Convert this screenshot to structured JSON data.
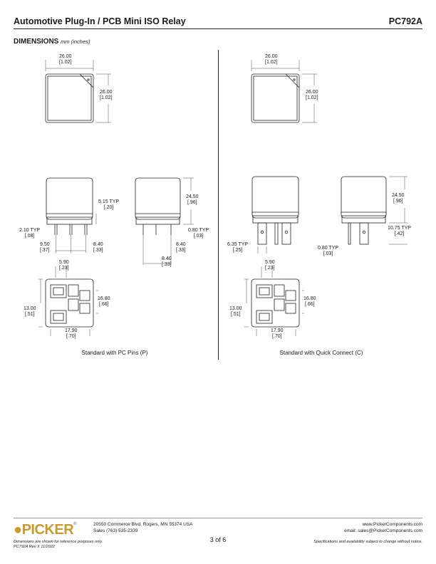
{
  "header": {
    "title": "Automotive Plug-In / PCB Mini ISO Relay",
    "part": "PC792A"
  },
  "section": {
    "title": "DIMENSIONS",
    "unit": "mm (inches)"
  },
  "left": {
    "top_w": "26.00\n[1.02]",
    "top_h": "26.00\n[1.02]",
    "side_typ": "5.15 TYP\n[.20]",
    "pin_w": "2.10 TYP\n[.08]",
    "pin_a": "9.50\n[.37]",
    "pin_b": "8.40\n[.33]",
    "side_h": "24.50\n[.96]",
    "pin_t": "0.80 TYP\n[.03]",
    "side_b": "8.40\n[.33]",
    "side_c": "8.40\n[.33]",
    "bot_a": "5.90\n[.23]",
    "bot_h": "13.00\n[.51]",
    "bot_r": "16.80\n[.66]",
    "bot_w": "17.90\n[.70]",
    "caption": "Standard with PC Pins (P)"
  },
  "right": {
    "top_w": "26.00\n[1.02]",
    "top_h": "26.00\n[1.02]",
    "qc_w": "6.35 TYP\n[.25]",
    "side_h": "24.50\n[.96]",
    "side_typ": "10.75 TYP\n[.42]",
    "pin_t": "0.80 TYP\n[.03]",
    "bot_a": "5.90\n[.23]",
    "bot_h": "13.00\n[.51]",
    "bot_r": "16.80\n[.66]",
    "bot_w": "17.90\n[.70]",
    "caption": "Standard with Quick Connect (C)"
  },
  "footer": {
    "logo": "PICKER",
    "addr1": "20550 Commerce Blvd, Rogers, MN 55374 USA",
    "addr2": "Sales (763) 535-2339",
    "web1": "www.PickerComponents.com",
    "web2": "email: sales@PickerComponents.com",
    "page": "3 of 6",
    "note1": "Dimensions are shown for reference purposes only.",
    "note2": "PC792A Rev X 11/2022",
    "spec": "Specifications and availability subject to change without notice."
  }
}
